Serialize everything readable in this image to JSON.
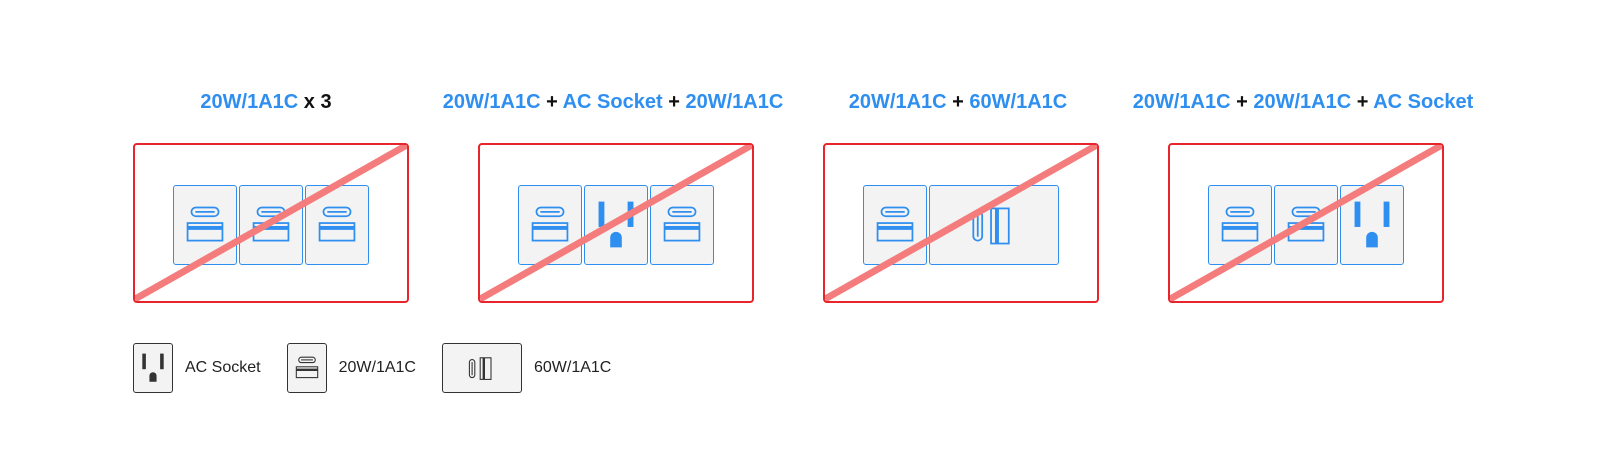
{
  "colors": {
    "accent": "#2e8ff0",
    "strike": "#f47c7c",
    "frame": "#e8242c",
    "text": "#111111"
  },
  "configs": [
    {
      "title": [
        "20W/1A1C",
        " x 3"
      ],
      "modules": [
        "usb20",
        "usb20",
        "usb20"
      ]
    },
    {
      "title": [
        "20W/1A1C",
        " + ",
        "AC Socket",
        " + ",
        "20W/1A1C"
      ],
      "modules": [
        "usb20",
        "ac",
        "usb20"
      ]
    },
    {
      "title": [
        "20W/1A1C",
        " + ",
        "60W/1A1C"
      ],
      "modules": [
        "usb20",
        "usb60"
      ]
    },
    {
      "title": [
        "20W/1A1C",
        " + ",
        "20W/1A1C",
        " + ",
        "AC Socket"
      ],
      "modules": [
        "usb20",
        "usb20",
        "ac"
      ]
    }
  ],
  "legend": [
    {
      "module": "ac",
      "label": "AC Socket"
    },
    {
      "module": "usb20",
      "label": "20W/1A1C"
    },
    {
      "module": "usb60",
      "label": "60W/1A1C"
    }
  ]
}
